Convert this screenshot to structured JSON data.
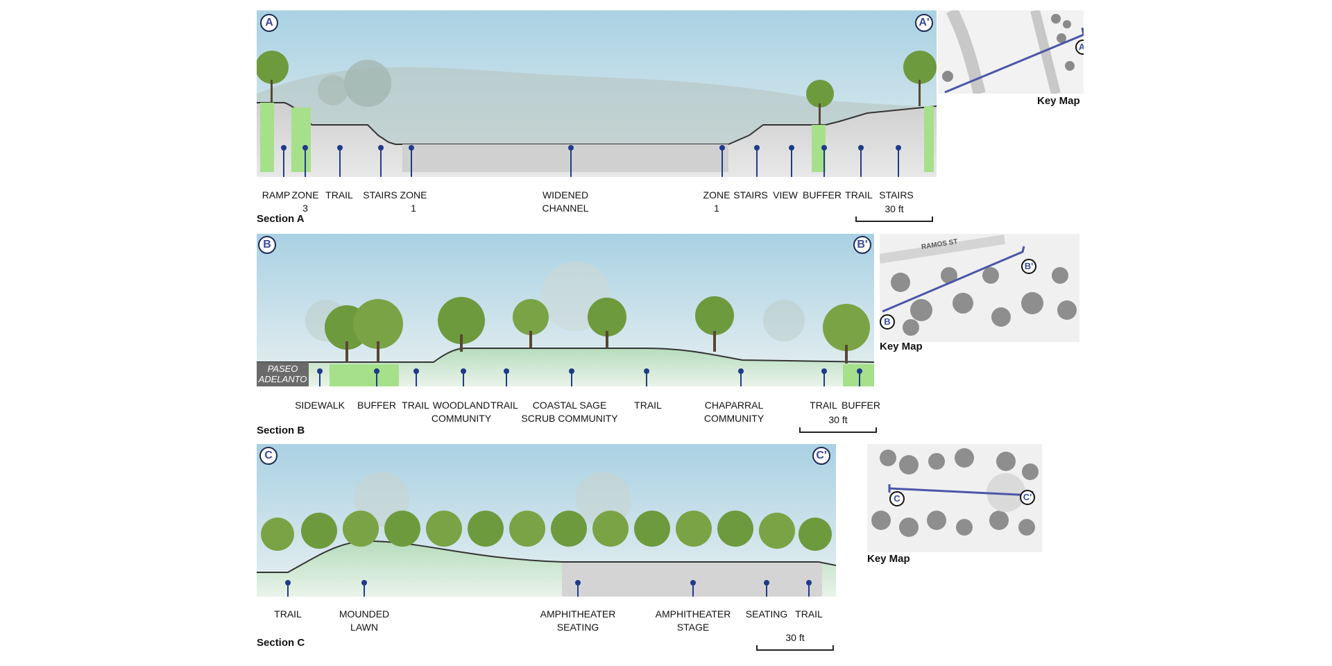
{
  "section_a": {
    "title": "Section A",
    "marker_left": "A",
    "marker_right": "A'",
    "labels": [
      "RAMP",
      "ZONE\n3",
      "TRAIL",
      "STAIRS",
      "ZONE\n1",
      "WIDENED\nCHANNEL",
      "ZONE\n1",
      "STAIRS",
      "VIEW",
      "BUFFER",
      "TRAIL",
      "STAIRS"
    ],
    "scale": "30 ft",
    "keymap": {
      "title": "Key Map",
      "marker_start": "A",
      "marker_end": "A'"
    }
  },
  "section_b": {
    "title": "Section B",
    "marker_left": "B",
    "marker_right": "B'",
    "road_label": "PASEO\nADELANTO",
    "labels": [
      "SIDEWALK",
      "BUFFER",
      "TRAIL",
      "WOODLAND\nCOMMUNITY",
      "TRAIL",
      "COASTAL SAGE\nSCRUB COMMUNITY",
      "TRAIL",
      "CHAPARRAL\nCOMMUNITY",
      "TRAIL",
      "BUFFER"
    ],
    "scale": "30 ft",
    "keymap": {
      "title": "Key Map",
      "marker_start": "B",
      "marker_end": "B'",
      "street": "RAMOS ST"
    }
  },
  "section_c": {
    "title": "Section C",
    "marker_left": "C",
    "marker_right": "C'",
    "labels": [
      "TRAIL",
      "MOUNDED\nLAWN",
      "AMPHITHEATER\nSEATING",
      "AMPHITHEATER\nSTAGE",
      "SEATING",
      "TRAIL"
    ],
    "scale": "30 ft",
    "keymap": {
      "title": "Key Map",
      "marker_start": "C",
      "marker_end": "C'"
    }
  },
  "colors": {
    "sky_top": "#a9d1e3",
    "sky_bottom": "#e6f0f2",
    "grass": "#a6e08a",
    "lawn": "#b7dcbd",
    "ground": "#c8c8c8",
    "pin": "#1f3a8a",
    "section_line": "#4a55a8"
  }
}
